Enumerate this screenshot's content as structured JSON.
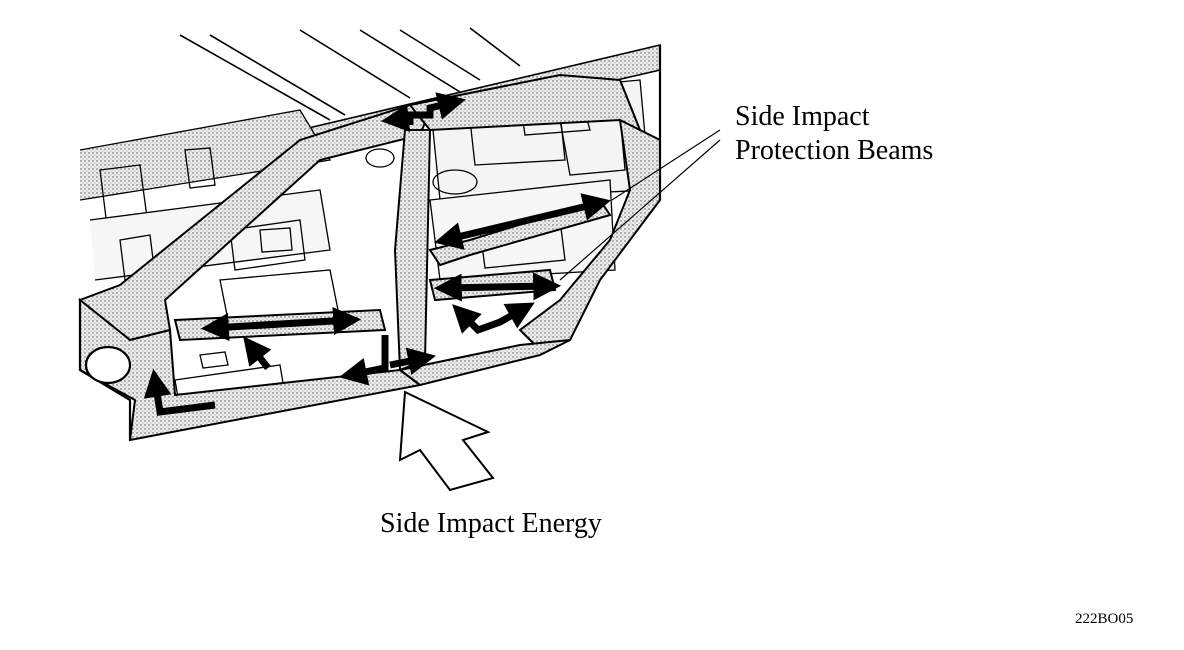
{
  "labels": {
    "beams_line1": "Side Impact",
    "beams_line2": "Protection Beams",
    "energy": "Side Impact Energy",
    "figure_code": "222BO05"
  },
  "colors": {
    "line": "#000000",
    "body_fill": "#d9d9d9",
    "background": "#ffffff"
  }
}
